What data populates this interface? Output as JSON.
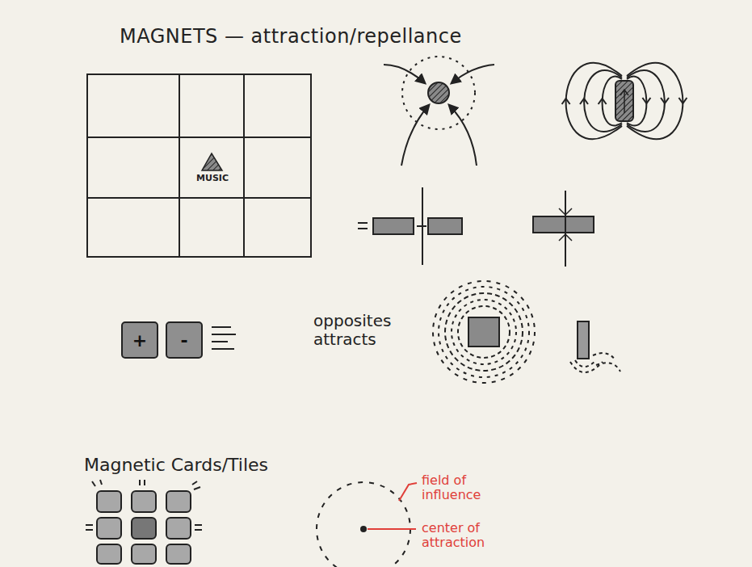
{
  "diagram": {
    "title": "MAGNETS — attraction/repellance",
    "nodes": [
      {
        "text": [
          "+"
        ]
      },
      {
        "text": [
          "-"
        ]
      }
    ],
    "labels": [
      "MUSIC",
      "opposites attracts",
      "Magnetic Cards/Tiles",
      "field of influence",
      "center of attraction"
    ]
  }
}
